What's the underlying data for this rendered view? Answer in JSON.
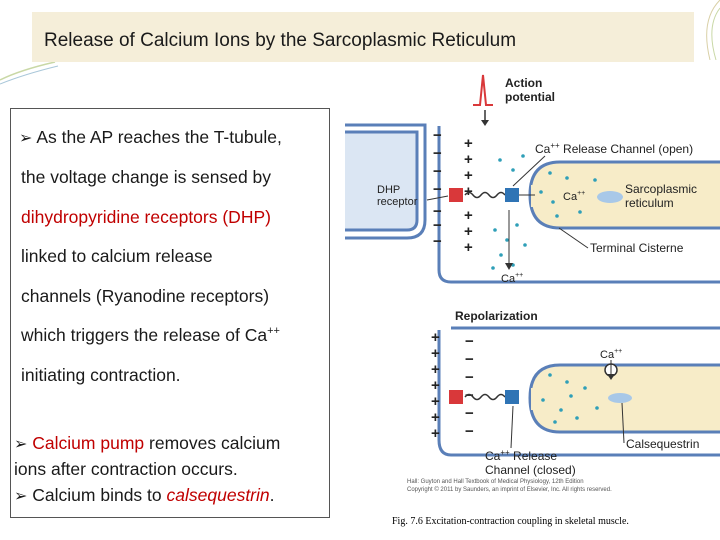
{
  "slide": {
    "title": "Release of Calcium Ions by the Sarcoplasmic Reticulum",
    "caption": "Fig. 7.6  Excitation-contraction coupling in skeletal muscle."
  },
  "text_box": {
    "bullet_1": {
      "line_1": "As the AP reaches the T-tubule,",
      "line_2": "the voltage change is sensed by",
      "line_3": "dihydropyridine receptors (DHP)",
      "line_4": "linked to calcium release",
      "line_5": "channels (Ryanodine receptors)",
      "line_6": "which triggers the release of Ca",
      "line_6_sup": "++",
      "line_7": "initiating contraction."
    },
    "bullet_2": {
      "term": "Calcium pump",
      "rest": " removes calcium",
      "line_2": "ions after contraction occurs."
    },
    "bullet_3": {
      "prefix": "Calcium binds to ",
      "term": "calsequestrin",
      "suffix": "."
    }
  },
  "figure": {
    "action_potential": "Action potential",
    "action_1": "Action",
    "action_2": "potential",
    "release_open": "Ca",
    "release_open_sup": "++",
    "release_open_rest": " Release Channel (open)",
    "dhp_1": "DHP",
    "dhp_2": "receptor",
    "ca_inside": "Ca",
    "ca_inside_sup": "++",
    "sr_1": "Sarcoplasmic",
    "sr_2": "reticulum",
    "terminal_cisterne": "Terminal Cisterne",
    "ca_bottom": "Ca",
    "ca_bottom_sup": "++",
    "repolarization": "Repolarization",
    "ca_pump": "Ca",
    "ca_pump_sup": "++",
    "calsequestrin": "Calsequestrin",
    "release_closed_1": "Ca",
    "release_closed_1_sup": "++",
    "release_closed_1_rest": " Release",
    "release_closed_2": "Channel (closed)",
    "credit_1": "Hall: Guyton and Hall Textbook of Medical Physiology, 12th Edition",
    "credit_2": "Copyright © 2011 by Saunders, an imprint of Elsevier, Inc. All rights reserved.",
    "plus": "+",
    "minus": "−"
  },
  "colors": {
    "membrane": "#5a7fb8",
    "membrane_fill": "#dbe6f3",
    "sr_fill": "#f7ecc8",
    "dhp_red": "#d9383a",
    "channel_blue": "#2f74b5",
    "action_potential_red": "#d9383a",
    "dots": "#2f9fb8"
  }
}
